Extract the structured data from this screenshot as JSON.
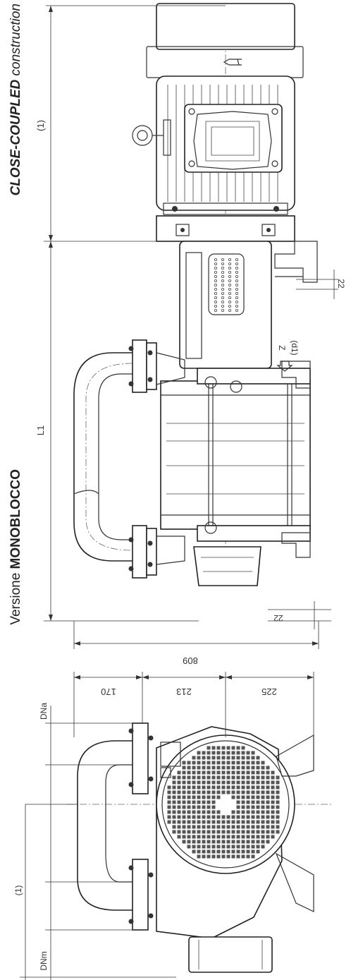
{
  "title": {
    "version_word": "Versione ",
    "version_bold": "MONOBLOCCO",
    "close_coupled_bold": "CLOSE-COUPLED",
    "close_coupled_rest": " construction"
  },
  "dimensions": {
    "motor_length": "(1)",
    "L1": "L1",
    "overall_width": "809",
    "foot_thickness_top": "22",
    "foot_thickness_bottom": "22",
    "drain_size": "Z",
    "drain_d1": "(d1)",
    "dn_a": "DNa",
    "dn_m": "DNm",
    "side_motor_length": "(1)",
    "side_170": "170",
    "side_213": "213",
    "side_225": "225"
  }
}
